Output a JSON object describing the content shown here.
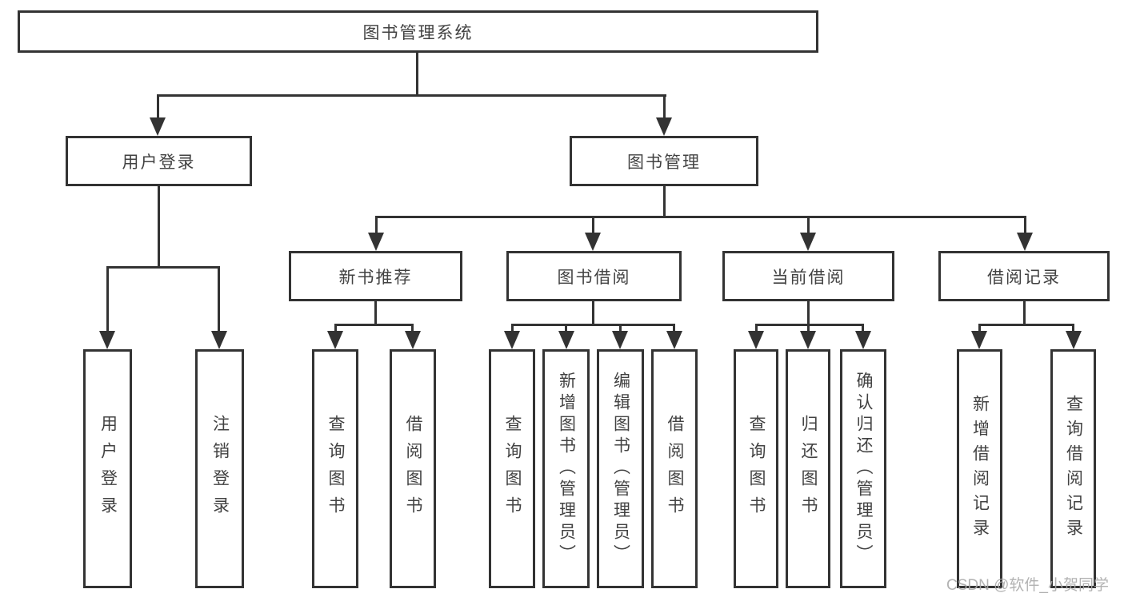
{
  "tree": {
    "label": "图书管理系统",
    "children": [
      {
        "label": "用户登录",
        "children": [
          {
            "label": "用户登录"
          },
          {
            "label": "注销登录"
          }
        ]
      },
      {
        "label": "图书管理",
        "children": [
          {
            "label": "新书推荐",
            "children": [
              {
                "label": "查询图书"
              },
              {
                "label": "借阅图书"
              }
            ]
          },
          {
            "label": "图书借阅",
            "children": [
              {
                "label": "查询图书"
              },
              {
                "label": "新增图书（管理员）"
              },
              {
                "label": "编辑图书（管理员）"
              },
              {
                "label": "借阅图书"
              }
            ]
          },
          {
            "label": "当前借阅",
            "children": [
              {
                "label": "查询图书"
              },
              {
                "label": "归还图书"
              },
              {
                "label": "确认归还（管理员）"
              }
            ]
          },
          {
            "label": "借阅记录",
            "children": [
              {
                "label": "新增借阅记录"
              },
              {
                "label": "查询借阅记录"
              }
            ]
          }
        ]
      }
    ]
  },
  "watermark": {
    "text": "CSDN @软件_小贺同学"
  },
  "colors": {
    "line": "#333333",
    "text": "#424242",
    "background": "#ffffff",
    "watermark": "#aaaaaa"
  }
}
